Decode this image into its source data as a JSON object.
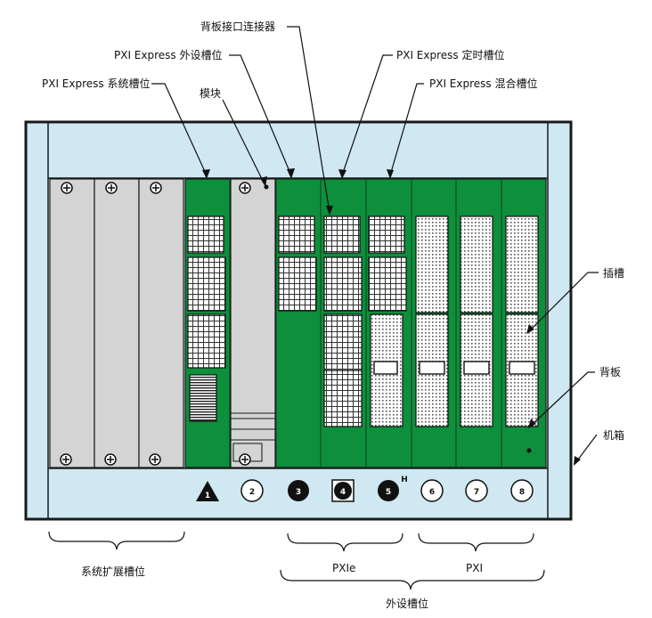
{
  "labels": {
    "backplane_connector": "背板接口连接器",
    "pxie_peripheral_slot": "PXI Express 外设槽位",
    "pxie_timing_slot": "PXI Express 定时槽位",
    "pxie_system_slot": "PXI Express 系统槽位",
    "pxie_hybrid_slot": "PXI Express 混合槽位",
    "module": "模块",
    "slot": "插槽",
    "backplane": "背板",
    "chassis": "机箱",
    "system_expansion_slots": "系统扩展槽位",
    "pxie_group": "PXIe",
    "pxi_group": "PXI",
    "peripheral_slots": "外设槽位"
  },
  "slot_numbers": [
    "1",
    "2",
    "3",
    "4",
    "5",
    "6",
    "7",
    "8"
  ],
  "hybrid_mark": "H",
  "colors": {
    "frame": "#cfe8f1",
    "board": "#0d8f3c",
    "module": "#d4d4d4",
    "outline": "#1a1a1a"
  }
}
